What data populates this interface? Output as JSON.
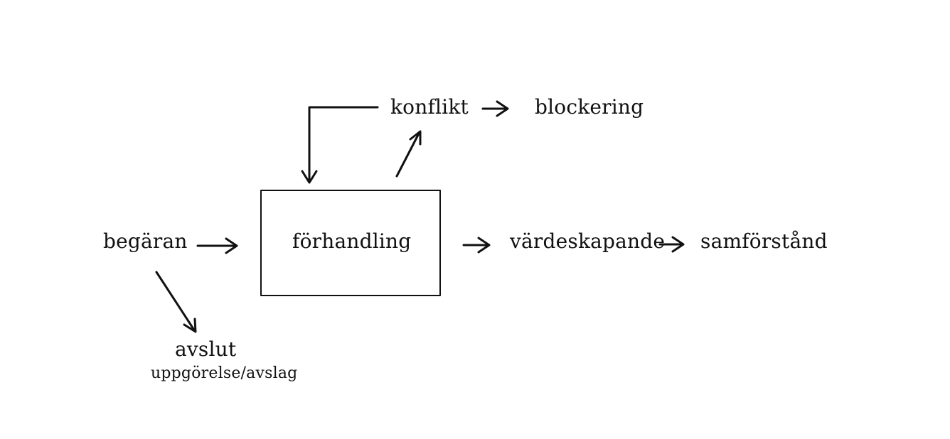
{
  "diagram": {
    "nodes": {
      "request": "begäran",
      "negotiation": "förhandling",
      "conflict": "konflikt",
      "blocking": "blockering",
      "value_creation": "värdeskapande",
      "consensus": "samförstånd",
      "closure": "avslut",
      "closure_detail": "uppgörelse/avslag"
    }
  }
}
